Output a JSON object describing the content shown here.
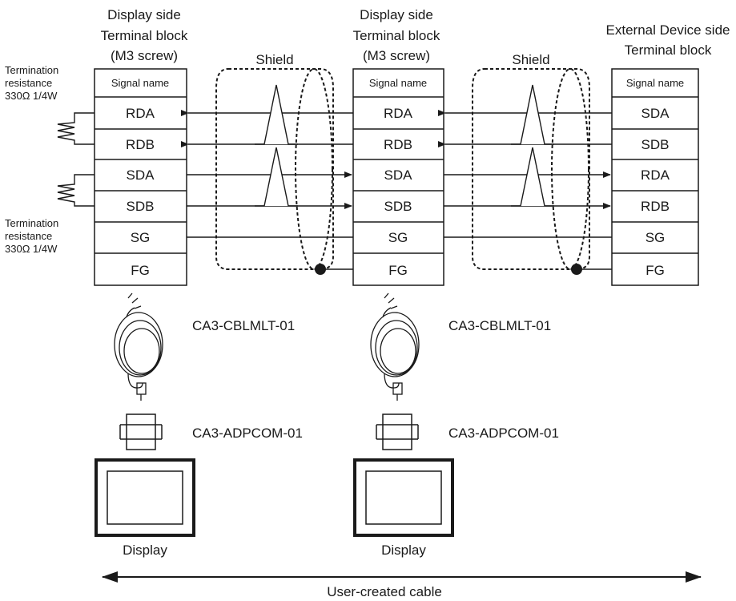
{
  "left_block": {
    "header": [
      "Display side",
      "Terminal block",
      "(M3 screw)"
    ],
    "signal_header": "Signal name",
    "signals": [
      "RDA",
      "RDB",
      "SDA",
      "SDB",
      "SG",
      "FG"
    ]
  },
  "middle_block": {
    "header": [
      "Display side",
      "Terminal block",
      "(M3 screw)"
    ],
    "signal_header": "Signal name",
    "signals": [
      "RDA",
      "RDB",
      "SDA",
      "SDB",
      "SG",
      "FG"
    ]
  },
  "right_block": {
    "header": [
      "External Device side",
      "Terminal block"
    ],
    "signal_header": "Signal name",
    "signals": [
      "SDA",
      "SDB",
      "RDA",
      "RDB",
      "SG",
      "FG"
    ]
  },
  "shield_label": "Shield",
  "termination": {
    "top": [
      "Termination",
      "resistance",
      "330Ω  1/4W"
    ],
    "bottom": [
      "Termination",
      "resistance",
      "330Ω  1/4W"
    ]
  },
  "cable_part": "CA3-CBLMLT-01",
  "adapter_part": "CA3-ADPCOM-01",
  "display_label": "Display",
  "user_cable_label": "User-created cable"
}
